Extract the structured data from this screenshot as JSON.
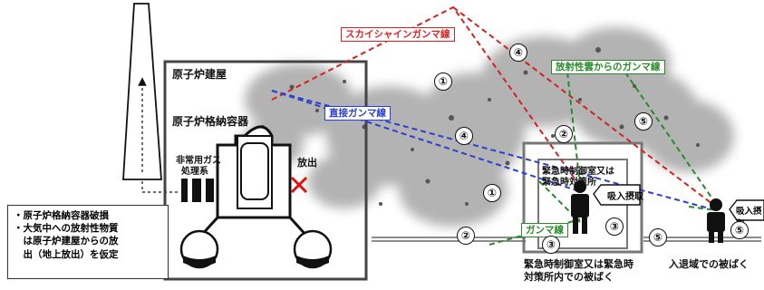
{
  "labels": {
    "reactor_building": "原子炉建屋",
    "containment_vessel": "原子炉格納容器",
    "emergency_gas_line1": "非常用ガス",
    "emergency_gas_line2": "処理系",
    "release": "放出",
    "skyshine": "スカイシャインガンマ線",
    "direct_gamma": "直接ガンマ線",
    "cloud_gamma": "放射性雲からのガンマ線",
    "gamma": "ガンマ線",
    "control_room_box_line1": "緊急時制御室又は",
    "control_room_box_line2": "緊急時対策所",
    "intake_left": "吸入摂取",
    "intake_right": "吸入摂取",
    "caption_control_line1": "緊急時制御室又は緊急時",
    "caption_control_line2": "対策所内での被ばく",
    "caption_access": "入退域での被ばく"
  },
  "assumptions": [
    "・原子炉格納容器破損",
    "・大気中への放射性物質",
    "　は原子炉建屋からの放",
    "　出（地上放出）を仮定"
  ],
  "markers": {
    "n1": "①",
    "n2": "②",
    "n3": "③",
    "n4": "④",
    "n5": "⑤"
  },
  "colors": {
    "red": "#d22222",
    "blue": "#2a3fd0",
    "green": "#2a8a2a",
    "cloud": "#8a8a8a"
  }
}
